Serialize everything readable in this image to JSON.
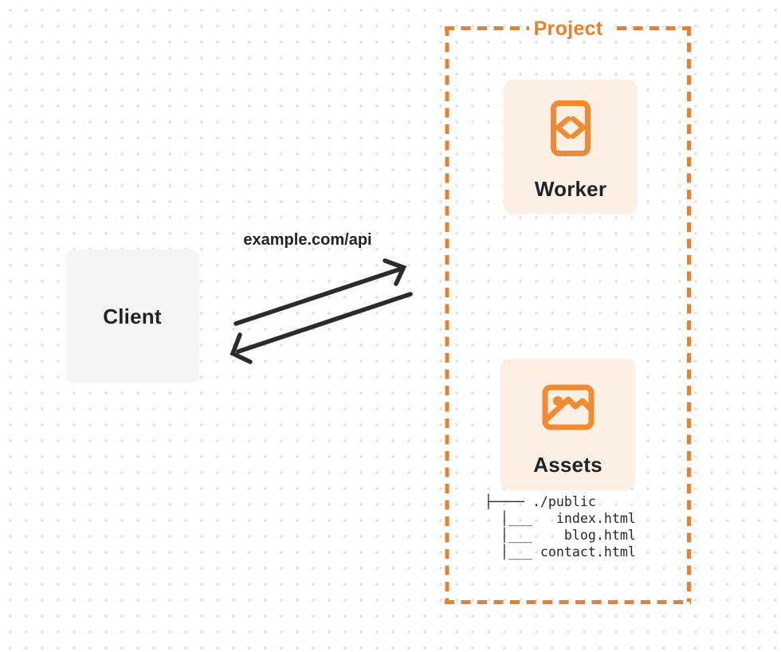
{
  "diagram": {
    "project_label": "Project",
    "connection_label": "example.com/api",
    "client": {
      "label": "Client"
    },
    "worker": {
      "label": "Worker",
      "icon": "code-file-icon"
    },
    "assets": {
      "label": "Assets",
      "icon": "image-icon"
    },
    "file_tree": {
      "root": "./public",
      "files": [
        "index.html",
        "blog.html",
        "contact.html"
      ],
      "lines": [
        "├──── ./public",
        "  │___   index.html",
        "  │___    blog.html",
        "  │___ contact.html"
      ]
    },
    "colors": {
      "accent_orange": "#E8802E",
      "icon_orange": "#F08B33",
      "card_cream": "#FBF0E3",
      "client_gray": "#F5F5F6",
      "arrow_dark": "#2A2B2D",
      "text_dark": "#1F2328",
      "grid_dot": "#E2E2E4"
    }
  }
}
